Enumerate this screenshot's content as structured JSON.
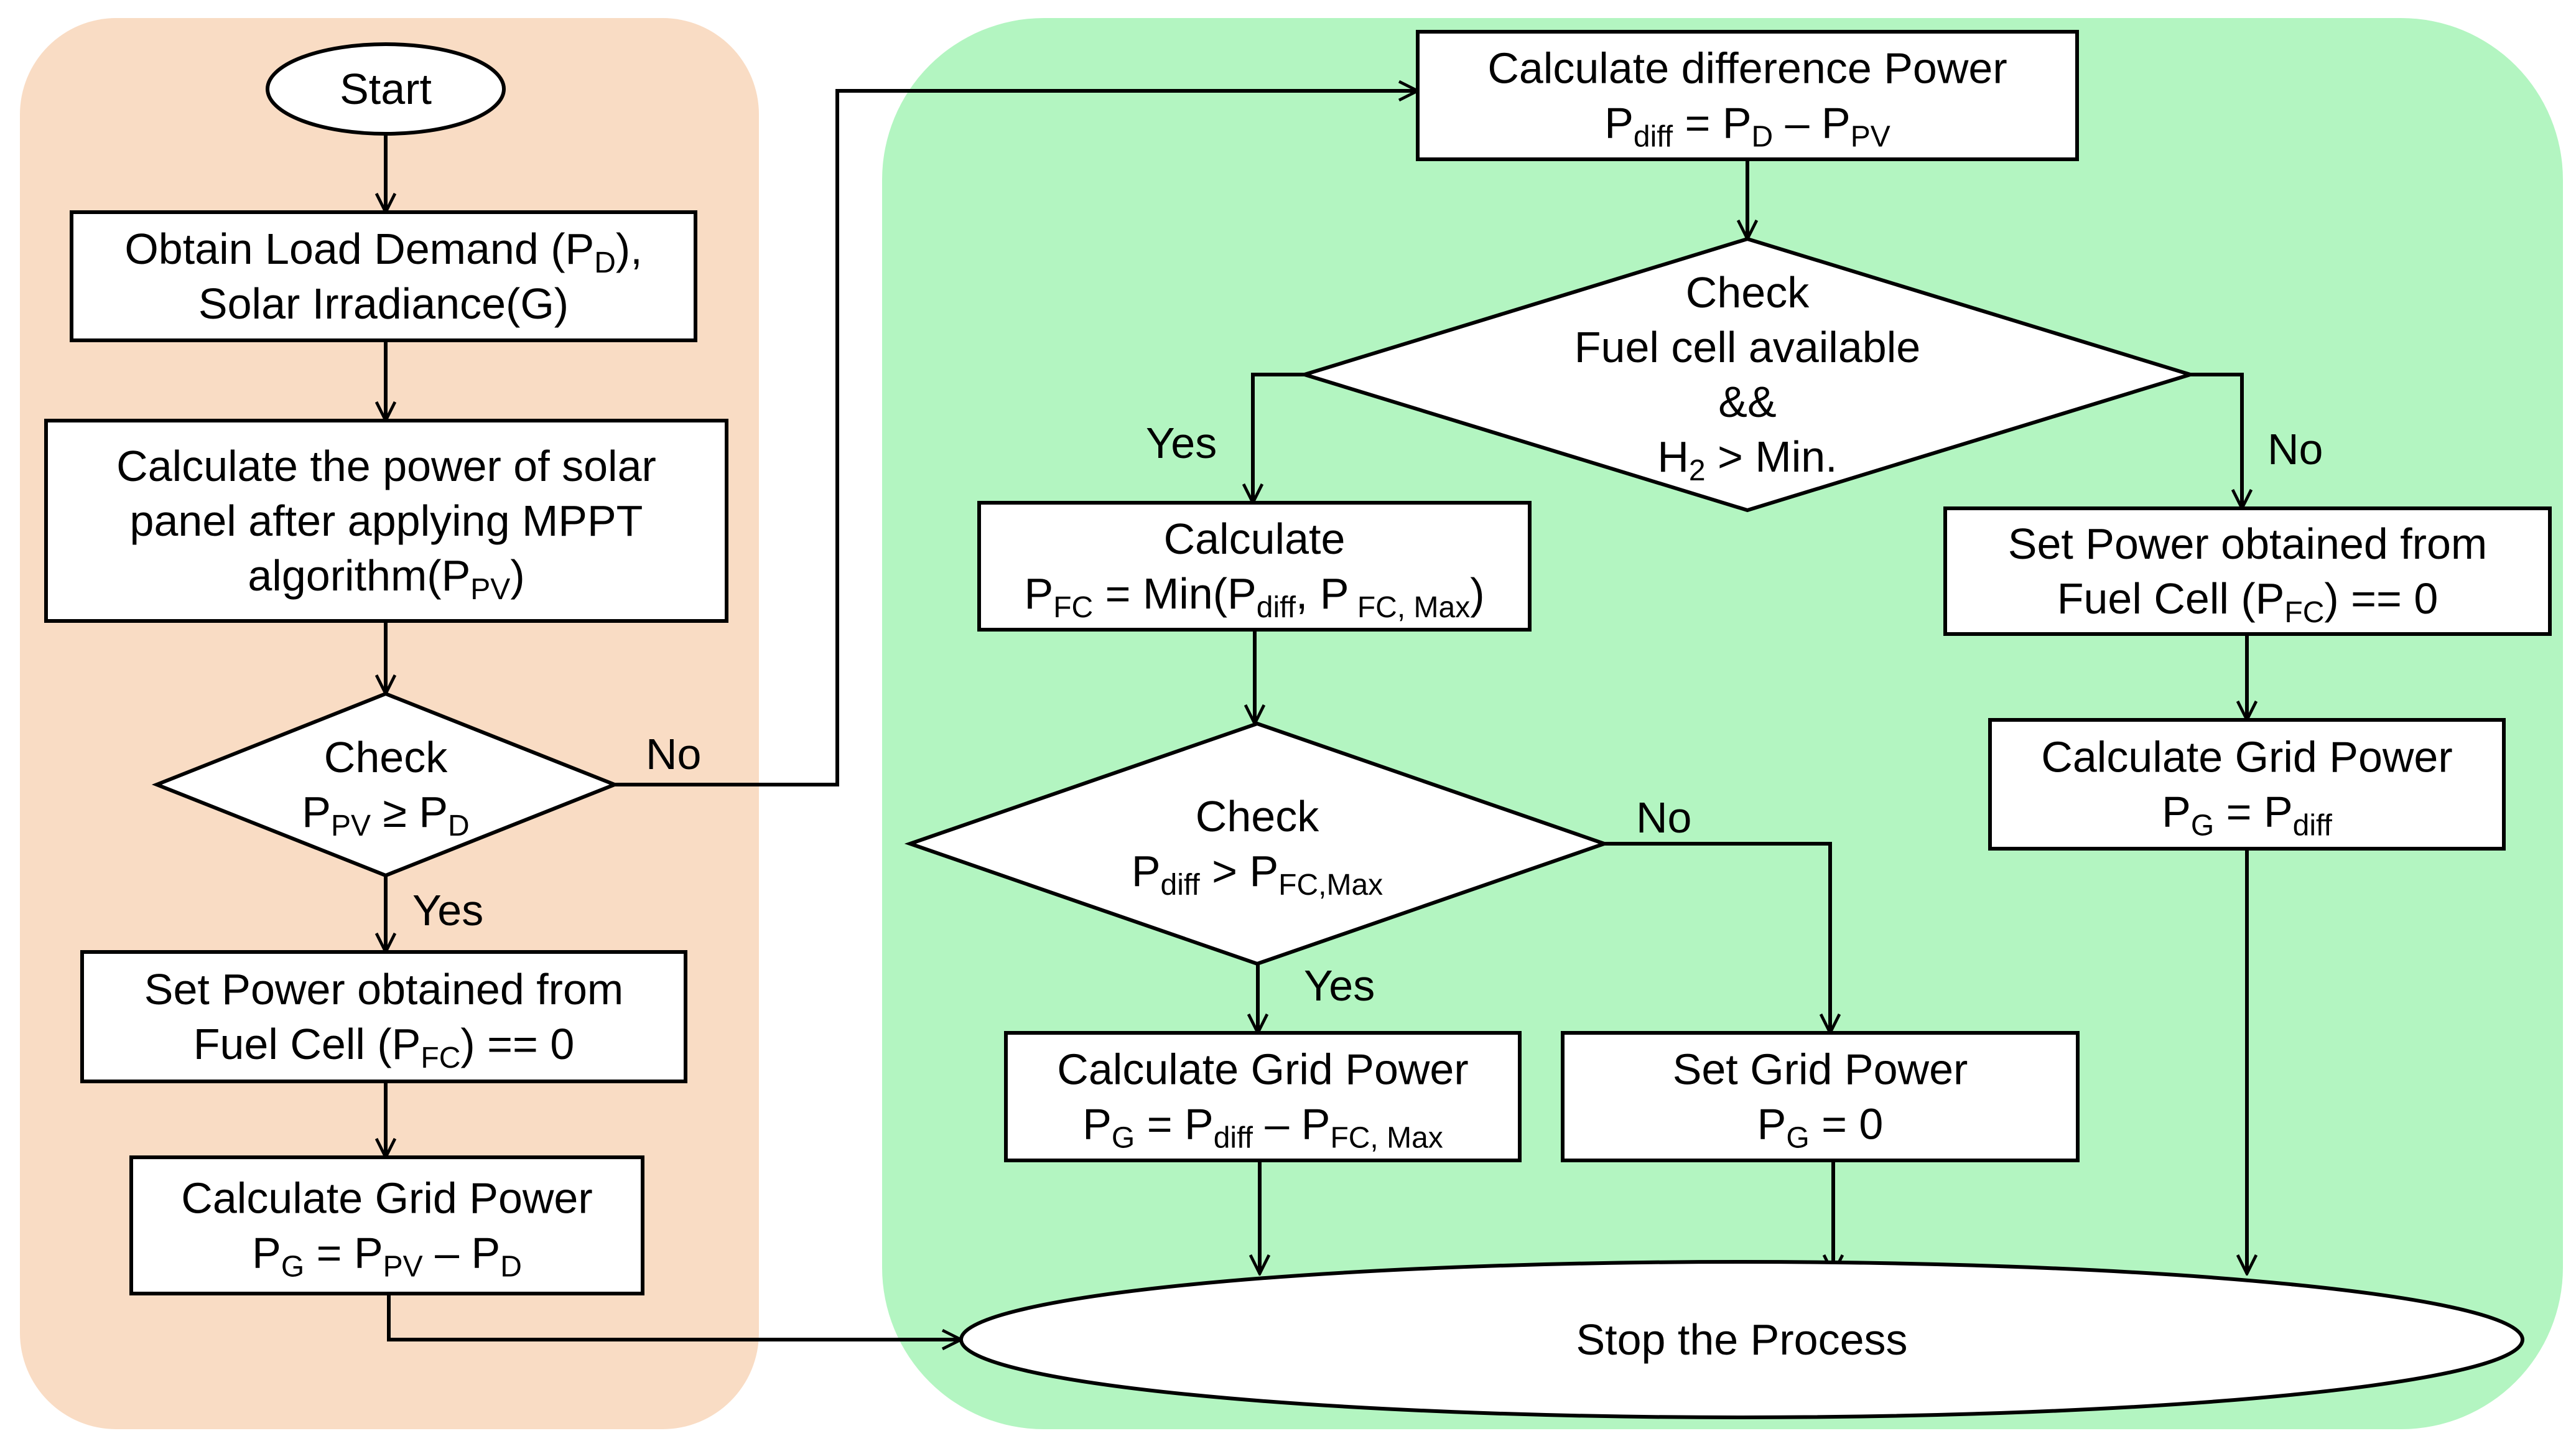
{
  "colors": {
    "left_panel": "#f9dcc4",
    "right_panel": "#b3f5c1",
    "shape_fill": "#ffffff",
    "stroke": "#000000"
  },
  "panels": [
    {
      "id": "pre-check-panel"
    },
    {
      "id": "deficit-handling-panel"
    }
  ],
  "nodes": [
    {
      "id": "start",
      "shape": "ellipse",
      "lines": [
        [
          {
            "t": "Start"
          }
        ]
      ]
    },
    {
      "id": "obtain-inputs",
      "shape": "rect",
      "lines": [
        [
          {
            "t": "Obtain Load Demand (P"
          },
          {
            "t": "D",
            "sub": true
          },
          {
            "t": "),"
          }
        ],
        [
          {
            "t": "Solar Irradiance(G)"
          }
        ]
      ]
    },
    {
      "id": "calc-pv-power",
      "shape": "rect",
      "lines": [
        [
          {
            "t": "Calculate the power of solar"
          }
        ],
        [
          {
            "t": "panel after applying MPPT"
          }
        ],
        [
          {
            "t": "algorithm(P"
          },
          {
            "t": "PV",
            "sub": true
          },
          {
            "t": ")"
          }
        ]
      ]
    },
    {
      "id": "check-pv-vs-demand",
      "shape": "diamond",
      "lines": [
        [
          {
            "t": "Check"
          }
        ],
        [
          {
            "t": "P"
          },
          {
            "t": "PV",
            "sub": true
          },
          {
            "t": " ≥ P"
          },
          {
            "t": "D",
            "sub": true
          }
        ]
      ]
    },
    {
      "id": "set-fc-zero-left",
      "shape": "rect",
      "lines": [
        [
          {
            "t": "Set Power obtained from"
          }
        ],
        [
          {
            "t": "Fuel Cell (P"
          },
          {
            "t": "FC",
            "sub": true
          },
          {
            "t": ") == 0"
          }
        ]
      ]
    },
    {
      "id": "calc-grid-surplus",
      "shape": "rect",
      "lines": [
        [
          {
            "t": "Calculate Grid Power"
          }
        ],
        [
          {
            "t": "P"
          },
          {
            "t": "G",
            "sub": true
          },
          {
            "t": " = P"
          },
          {
            "t": "PV",
            "sub": true
          },
          {
            "t": " – P"
          },
          {
            "t": "D",
            "sub": true
          }
        ]
      ]
    },
    {
      "id": "calc-diff-power",
      "shape": "rect",
      "lines": [
        [
          {
            "t": "Calculate difference Power"
          }
        ],
        [
          {
            "t": "P"
          },
          {
            "t": "diff",
            "sub": true
          },
          {
            "t": " = P"
          },
          {
            "t": "D",
            "sub": true
          },
          {
            "t": " – P"
          },
          {
            "t": "PV",
            "sub": true
          }
        ]
      ]
    },
    {
      "id": "check-fuel-cell",
      "shape": "diamond",
      "lines": [
        [
          {
            "t": "Check"
          }
        ],
        [
          {
            "t": "Fuel cell available"
          }
        ],
        [
          {
            "t": "&&"
          }
        ],
        [
          {
            "t": "H"
          },
          {
            "t": "2",
            "sub": true
          },
          {
            "t": " > Min."
          }
        ]
      ]
    },
    {
      "id": "calc-fc-power",
      "shape": "rect",
      "lines": [
        [
          {
            "t": "Calculate"
          }
        ],
        [
          {
            "t": "P"
          },
          {
            "t": "FC",
            "sub": true
          },
          {
            "t": " = Min(P"
          },
          {
            "t": "diff",
            "sub": true
          },
          {
            "t": ", P"
          },
          {
            "t": " FC, Max",
            "sub": true
          },
          {
            "t": ")"
          }
        ]
      ]
    },
    {
      "id": "set-fc-zero-right",
      "shape": "rect",
      "lines": [
        [
          {
            "t": "Set Power obtained from"
          }
        ],
        [
          {
            "t": "Fuel Cell (P"
          },
          {
            "t": "FC",
            "sub": true
          },
          {
            "t": ") == 0"
          }
        ]
      ]
    },
    {
      "id": "check-diff-vs-fcmax",
      "shape": "diamond",
      "lines": [
        [
          {
            "t": "Check"
          }
        ],
        [
          {
            "t": "P"
          },
          {
            "t": "diff",
            "sub": true
          },
          {
            "t": " > P"
          },
          {
            "t": "FC,Max",
            "sub": true
          }
        ]
      ]
    },
    {
      "id": "calc-grid-right",
      "shape": "rect",
      "lines": [
        [
          {
            "t": "Calculate  Grid Power"
          }
        ],
        [
          {
            "t": "P"
          },
          {
            "t": "G",
            "sub": true
          },
          {
            "t": " = P"
          },
          {
            "t": "diff",
            "sub": true
          }
        ]
      ]
    },
    {
      "id": "calc-grid-residual",
      "shape": "rect",
      "lines": [
        [
          {
            "t": "Calculate  Grid Power"
          }
        ],
        [
          {
            "t": "P"
          },
          {
            "t": "G",
            "sub": true
          },
          {
            "t": " = P"
          },
          {
            "t": "diff",
            "sub": true
          },
          {
            "t": " – P"
          },
          {
            "t": "FC, Max",
            "sub": true
          }
        ]
      ]
    },
    {
      "id": "set-grid-zero",
      "shape": "rect",
      "lines": [
        [
          {
            "t": "Set  Grid Power"
          }
        ],
        [
          {
            "t": "P"
          },
          {
            "t": "G",
            "sub": true
          },
          {
            "t": " = 0"
          }
        ]
      ]
    },
    {
      "id": "stop",
      "shape": "ellipse",
      "lines": [
        [
          {
            "t": "Stop the Process"
          }
        ]
      ]
    }
  ],
  "edges": [
    {
      "from": "start",
      "to": "obtain-inputs",
      "label": ""
    },
    {
      "from": "obtain-inputs",
      "to": "calc-pv-power",
      "label": ""
    },
    {
      "from": "calc-pv-power",
      "to": "check-pv-vs-demand",
      "label": ""
    },
    {
      "from": "check-pv-vs-demand",
      "to": "set-fc-zero-left",
      "label": "Yes"
    },
    {
      "from": "check-pv-vs-demand",
      "to": "calc-diff-power",
      "label": "No"
    },
    {
      "from": "set-fc-zero-left",
      "to": "calc-grid-surplus",
      "label": ""
    },
    {
      "from": "calc-grid-surplus",
      "to": "stop",
      "label": ""
    },
    {
      "from": "calc-diff-power",
      "to": "check-fuel-cell",
      "label": ""
    },
    {
      "from": "check-fuel-cell",
      "to": "calc-fc-power",
      "label": "Yes"
    },
    {
      "from": "check-fuel-cell",
      "to": "set-fc-zero-right",
      "label": "No"
    },
    {
      "from": "calc-fc-power",
      "to": "check-diff-vs-fcmax",
      "label": ""
    },
    {
      "from": "check-diff-vs-fcmax",
      "to": "calc-grid-residual",
      "label": "Yes"
    },
    {
      "from": "check-diff-vs-fcmax",
      "to": "set-grid-zero",
      "label": "No"
    },
    {
      "from": "set-fc-zero-right",
      "to": "calc-grid-right",
      "label": ""
    },
    {
      "from": "calc-grid-residual",
      "to": "stop",
      "label": ""
    },
    {
      "from": "set-grid-zero",
      "to": "stop",
      "label": ""
    },
    {
      "from": "calc-grid-right",
      "to": "stop",
      "label": ""
    }
  ]
}
